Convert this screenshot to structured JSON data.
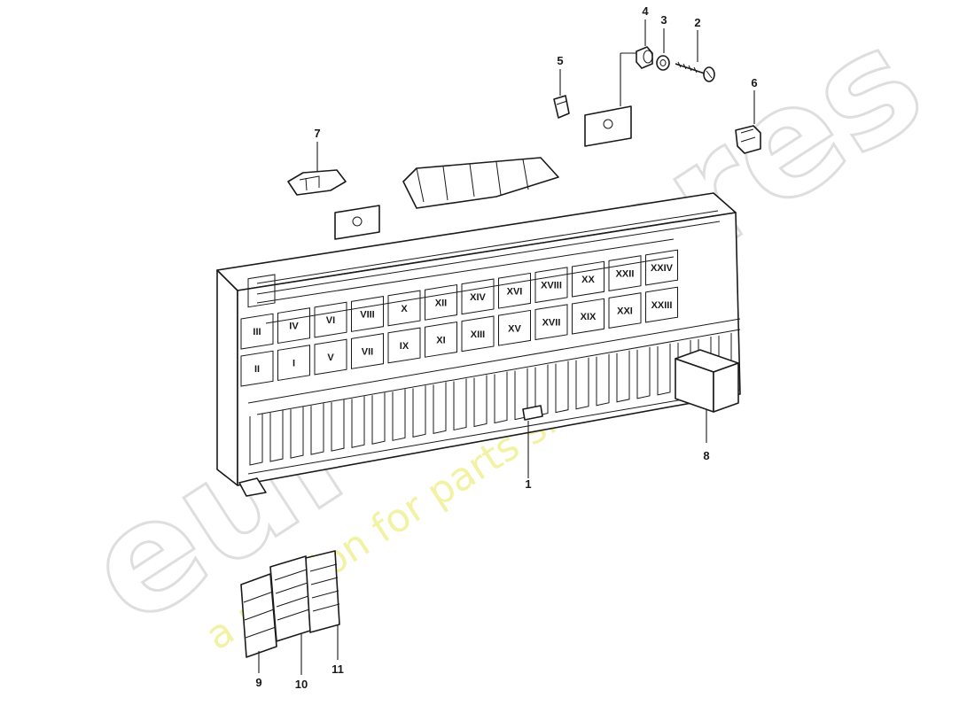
{
  "watermark": {
    "logo_text": "eurospares",
    "tagline": "a passion for parts since 1985",
    "logo_color": "#dedede",
    "tagline_color": "#eeee88"
  },
  "diagram": {
    "fuse_roman_numerals_top": [
      "III",
      "IV",
      "VI",
      "VIII",
      "X",
      "XII",
      "XIV",
      "XVI",
      "XVIII",
      "XX",
      "XXII",
      "XXIV"
    ],
    "fuse_roman_numerals_bottom": [
      "II",
      "I",
      "V",
      "VII",
      "IX",
      "XI",
      "XIII",
      "XV",
      "XVII",
      "XIX",
      "XXI",
      "XXIII"
    ],
    "callouts": [
      {
        "id": "1",
        "label": "1"
      },
      {
        "id": "2",
        "label": "2"
      },
      {
        "id": "3",
        "label": "3"
      },
      {
        "id": "4",
        "label": "4"
      },
      {
        "id": "5",
        "label": "5"
      },
      {
        "id": "6",
        "label": "6"
      },
      {
        "id": "7",
        "label": "7"
      },
      {
        "id": "8",
        "label": "8"
      },
      {
        "id": "9",
        "label": "9"
      },
      {
        "id": "10",
        "label": "10"
      },
      {
        "id": "11",
        "label": "11"
      }
    ]
  }
}
